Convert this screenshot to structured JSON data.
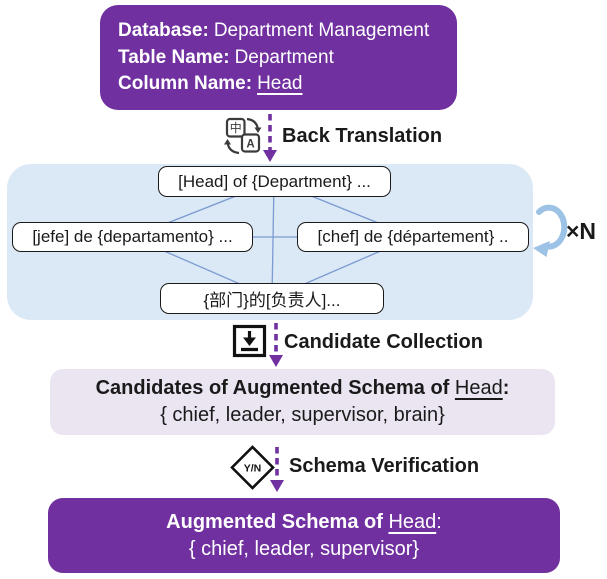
{
  "colors": {
    "purple": "#7030A0",
    "panel_blue": "#DBE8F5",
    "panel_lavender": "#EBE5F2",
    "graph_line": "#7B9BD2",
    "loop_arrow": "#9CC2E5",
    "flow_arrow": "#7030A0"
  },
  "schema_card": {
    "database_label": "Database:",
    "database_value": "Department Management",
    "table_label": "Table Name:",
    "table_value": "Department",
    "column_label": "Column Name:",
    "column_value": "Head"
  },
  "steps": {
    "back_translation": {
      "label": "Back Translation",
      "icon": "translate-icon",
      "glyph_primary": "中",
      "glyph_secondary": "A"
    },
    "candidate_collection": {
      "label": "Candidate Collection",
      "icon": "download-icon"
    },
    "schema_verification": {
      "label": "Schema Verification",
      "icon": "yes-no-icon",
      "glyph": "Y/N"
    }
  },
  "translation_graph": {
    "nodes": {
      "english": "[Head] of {Department} ...",
      "spanish": "[jefe] de {departamento} ...",
      "french": "[chef] de {département} ..",
      "chinese": "{部门}的[负责人]..."
    },
    "repeat_badge": "×N"
  },
  "candidates_card": {
    "title_prefix": "Candidates of Augmented Schema of ",
    "column": "Head",
    "title_suffix": ":",
    "values": "{ chief, leader, supervisor, brain}"
  },
  "result_card": {
    "title_prefix": "Augmented Schema of ",
    "column": "Head",
    "title_suffix": ":",
    "values": "{ chief, leader, supervisor}"
  }
}
